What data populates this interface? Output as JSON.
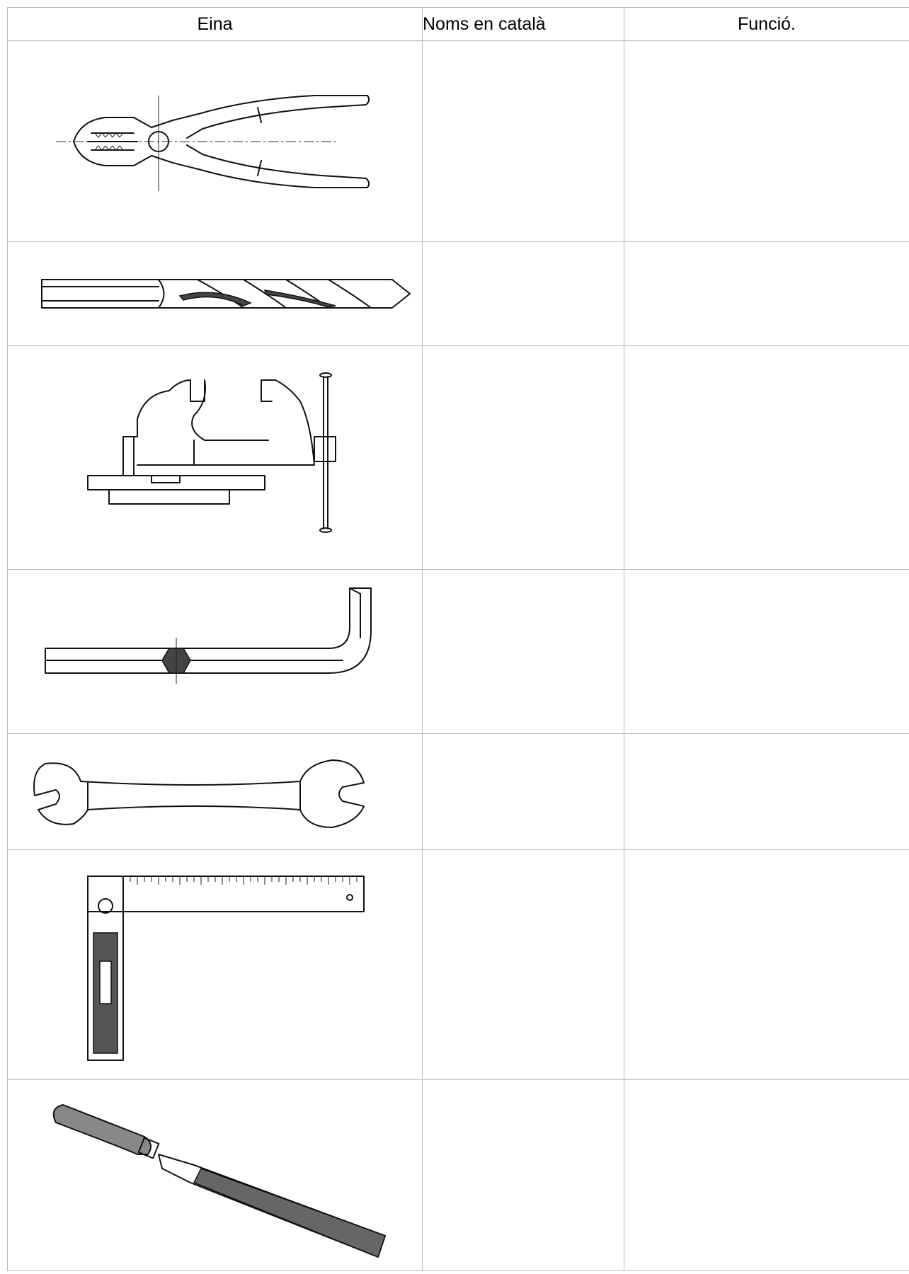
{
  "table": {
    "headers": [
      "Eina",
      "Noms en català",
      "Funció."
    ],
    "rows": [
      {
        "tool_icon": "pliers-icon",
        "name": "",
        "function": ""
      },
      {
        "tool_icon": "drill-bit-icon",
        "name": "",
        "function": ""
      },
      {
        "tool_icon": "bench-vise-icon",
        "name": "",
        "function": ""
      },
      {
        "tool_icon": "allen-key-icon",
        "name": "",
        "function": ""
      },
      {
        "tool_icon": "open-end-wrench-icon",
        "name": "",
        "function": ""
      },
      {
        "tool_icon": "carpenter-square-icon",
        "name": "",
        "function": ""
      },
      {
        "tool_icon": "file-icon",
        "name": "",
        "function": ""
      }
    ]
  }
}
